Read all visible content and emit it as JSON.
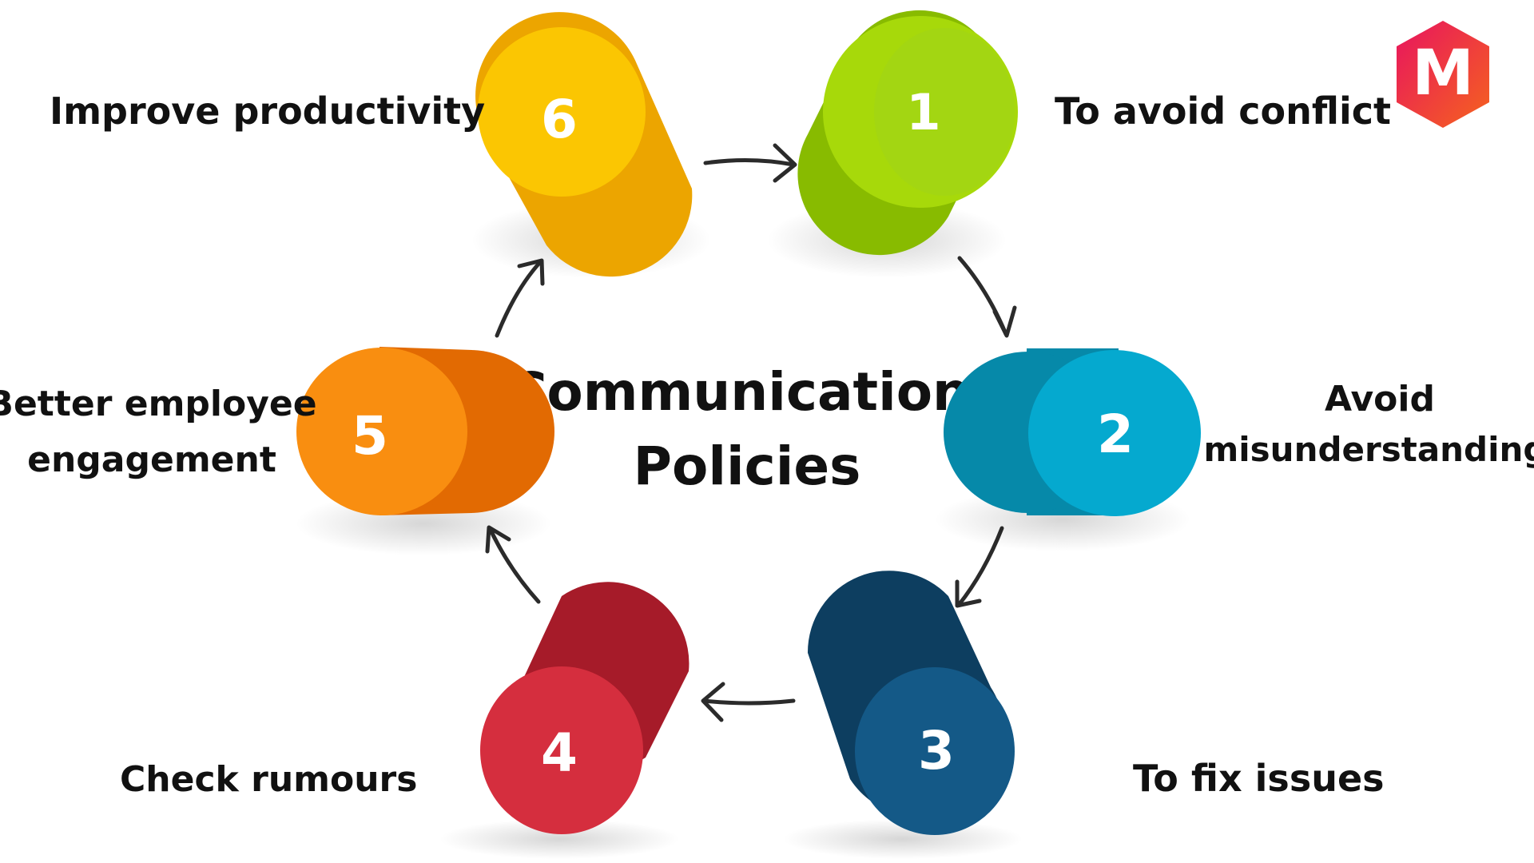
{
  "title_lines": [
    "Communication",
    "Policies"
  ],
  "logo": {
    "letter": "M",
    "colors": [
      "#e8145f",
      "#f5631e"
    ]
  },
  "steps": [
    {
      "number": "1",
      "label_lines": [
        "To avoid conflict"
      ],
      "colors": {
        "body": "#88bb00",
        "cap": "#a7d90a",
        "cap_inner": "#a0d31a"
      }
    },
    {
      "number": "2",
      "label_lines": [
        "Avoid",
        "misunderstandings"
      ],
      "colors": {
        "body": "#0689a9",
        "cap": "#05a9cf",
        "cap_inner": "#07a6cf"
      }
    },
    {
      "number": "3",
      "label_lines": [
        "To fix issues"
      ],
      "colors": {
        "body": "#0d3e60",
        "cap": "#145987",
        "cap_inner": "#145987"
      }
    },
    {
      "number": "4",
      "label_lines": [
        "Check rumours"
      ],
      "colors": {
        "body": "#a61b29",
        "cap": "#d52e3e",
        "cap_inner": "#d52e3e"
      }
    },
    {
      "number": "5",
      "label_lines": [
        "Better employee",
        "engagement"
      ],
      "colors": {
        "body": "#e26a02",
        "cap": "#f98e10",
        "cap_inner": "#f98e10"
      }
    },
    {
      "number": "6",
      "label_lines": [
        "Improve productivity"
      ],
      "colors": {
        "body": "#eca500",
        "cap": "#fbc602",
        "cap_inner": "#fbc602"
      }
    }
  ]
}
